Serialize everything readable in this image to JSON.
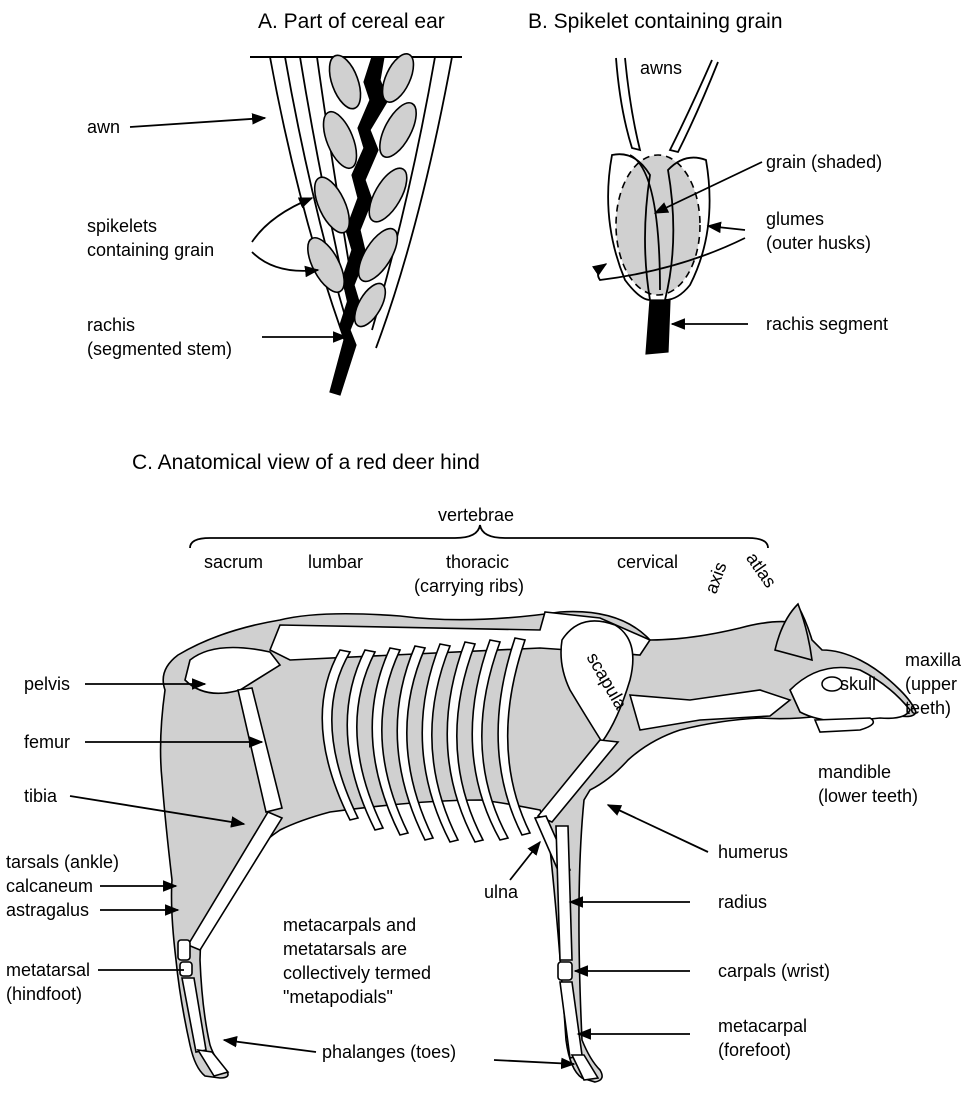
{
  "panel_a": {
    "title": "A. Part of cereal ear",
    "labels": {
      "awn": "awn",
      "spikelets_1": "spikelets",
      "spikelets_2": "containing grain",
      "rachis_1": "rachis",
      "rachis_2": "(segmented stem)"
    }
  },
  "panel_b": {
    "title": "B. Spikelet containing grain",
    "labels": {
      "awns": "awns",
      "grain": "grain (shaded)",
      "glumes_1": "glumes",
      "glumes_2": "(outer husks)",
      "rachis_segment": "rachis segment"
    }
  },
  "panel_c": {
    "title": "C. Anatomical view of a red deer hind",
    "labels": {
      "vertebrae": "vertebrae",
      "sacrum": "sacrum",
      "lumbar": "lumbar",
      "thoracic_1": "thoracic",
      "thoracic_2": "(carrying ribs)",
      "cervical": "cervical",
      "axis": "axis",
      "atlas": "atlas",
      "skull": "skull",
      "maxilla_1": "maxilla",
      "maxilla_2": "(upper",
      "maxilla_3": "teeth)",
      "scapula": "scapula",
      "pelvis": "pelvis",
      "femur": "femur",
      "tibia": "tibia",
      "tarsals": "tarsals (ankle)",
      "calcaneum": "calcaneum",
      "astragalus": "astragalus",
      "metatarsal_1": "metatarsal",
      "metatarsal_2": "(hindfoot)",
      "note_1": "metacarpals and",
      "note_2": "metatarsals are",
      "note_3": "collectively termed",
      "note_4": "\"metapodials\"",
      "humerus": "humerus",
      "mandible_1": "mandible",
      "mandible_2": "(lower teeth)",
      "ulna": "ulna",
      "radius": "radius",
      "carpals": "carpals (wrist)",
      "metacarpal_1": "metacarpal",
      "metacarpal_2": "(forefoot)",
      "phalanges": "phalanges (toes)"
    }
  },
  "colors": {
    "fill_grey": "#d0d0d0",
    "ink": "#000000",
    "bone": "#ffffff"
  }
}
